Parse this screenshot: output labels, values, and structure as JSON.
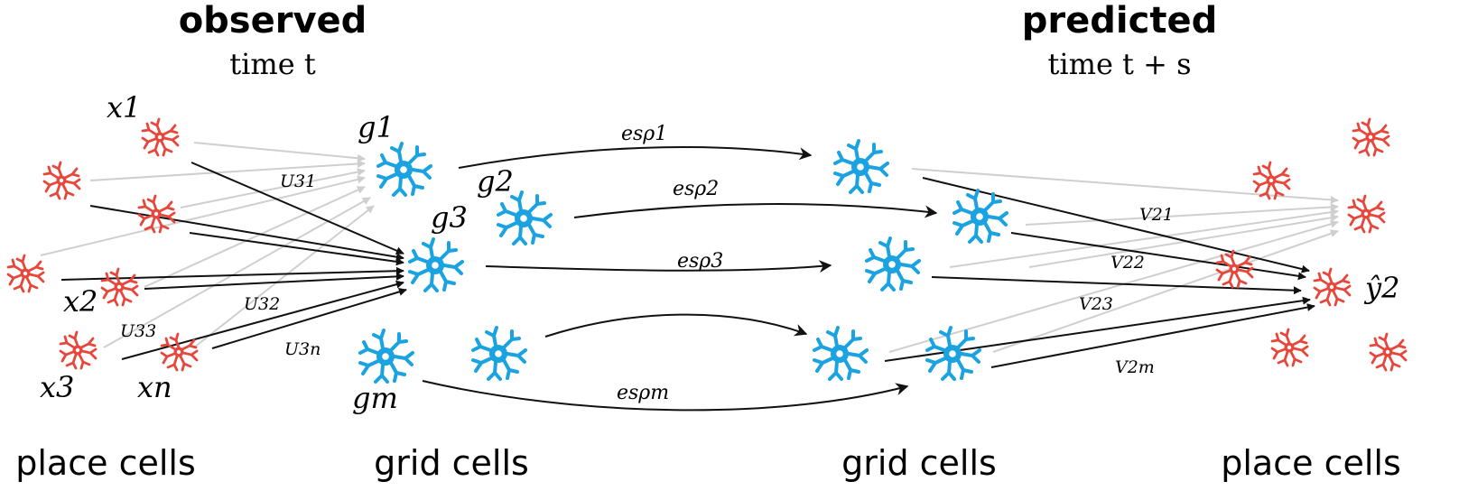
{
  "headers": {
    "observed_title": "observed",
    "observed_sub": "time t",
    "predicted_title": "predicted",
    "predicted_sub": "time t + s"
  },
  "columns": {
    "place_left": "place cells",
    "grid_left": "grid cells",
    "grid_right": "grid cells",
    "place_right": "place cells"
  },
  "place_inputs": {
    "x1": "x1",
    "x2": "x2",
    "x3": "x3",
    "xn": "xn"
  },
  "grid_labels": {
    "g1": "g1",
    "g2": "g2",
    "g3": "g3",
    "gm": "gm"
  },
  "input_weights": {
    "U31": "U31",
    "U32": "U32",
    "U33": "U33",
    "U3n": "U3n"
  },
  "transitions": {
    "rho1": "esρ1",
    "rho2": "esρ2",
    "rho3": "esρ3",
    "rhom": "esρm"
  },
  "output_weights": {
    "V21": "V21",
    "V22": "V22",
    "V23": "V23",
    "V2m": "V2m"
  },
  "output_label": "ŷ2",
  "colors": {
    "place_cell": "#e8463a",
    "grid_cell": "#1aa3e0",
    "connection": "#111111",
    "faded_connection": "#cfcfcf"
  },
  "icons": {
    "place_cell": "neuron-icon",
    "grid_cell": "neuron-icon"
  }
}
